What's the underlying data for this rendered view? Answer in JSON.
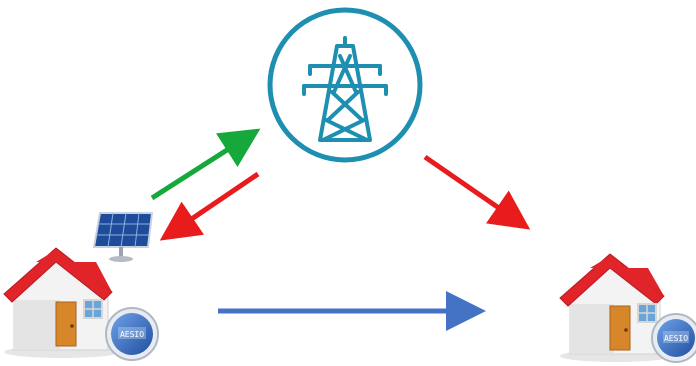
{
  "diagram": {
    "nodes": [
      {
        "id": "grid",
        "icon": "transmission-tower-icon"
      },
      {
        "id": "prosumer-house",
        "icon": "house-icon",
        "extras": [
          "solar-panel-icon",
          "smart-meter-icon"
        ]
      },
      {
        "id": "consumer-house",
        "icon": "house-icon",
        "extras": [
          "smart-meter-icon"
        ]
      }
    ],
    "meter_label": "AESIO",
    "edges": [
      {
        "from": "prosumer-house",
        "to": "grid",
        "color": "#16a83a"
      },
      {
        "from": "grid",
        "to": "prosumer-house",
        "color": "#e81c1c"
      },
      {
        "from": "grid",
        "to": "consumer-house",
        "color": "#e81c1c"
      },
      {
        "from": "prosumer-house",
        "to": "consumer-house",
        "color": "#4472c4"
      }
    ],
    "colors": {
      "grid_circle": "#1e8fb0",
      "roof": "#e0242a",
      "wall": "#f3f3f3",
      "door": "#d8862a",
      "window": "#6aa5da",
      "meter": "#2e63b8",
      "panel": "#1e4c9a"
    }
  }
}
